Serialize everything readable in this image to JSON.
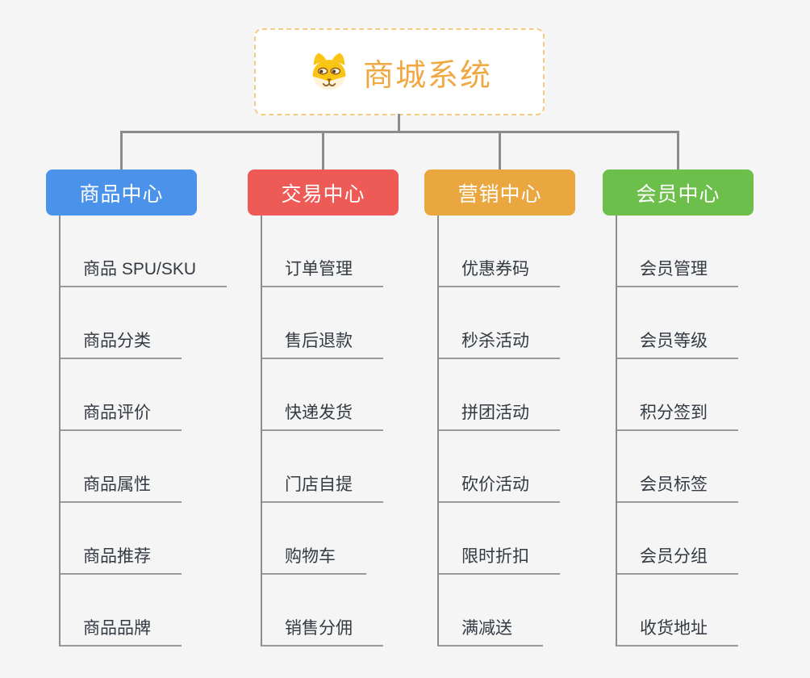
{
  "page": {
    "background_color": "#f5f5f5",
    "connector_color": "#8b8b8b"
  },
  "root": {
    "title": "商城系统",
    "icon": "dog-face-icon",
    "text_color": "#f0a843",
    "border_color": "#f4ca85"
  },
  "branches": [
    {
      "label": "商品中心",
      "color": "#4b93ea",
      "items": [
        "商品 SPU/SKU",
        "商品分类",
        "商品评价",
        "商品属性",
        "商品推荐",
        "商品品牌"
      ]
    },
    {
      "label": "交易中心",
      "color": "#ee5a55",
      "items": [
        "订单管理",
        "售后退款",
        "快递发货",
        "门店自提",
        "购物车",
        "销售分佣"
      ]
    },
    {
      "label": "营销中心",
      "color": "#eba73f",
      "items": [
        "优惠券码",
        "秒杀活动",
        "拼团活动",
        "砍价活动",
        "限时折扣",
        "满减送"
      ]
    },
    {
      "label": "会员中心",
      "color": "#6cbf4a",
      "items": [
        "会员管理",
        "会员等级",
        "积分签到",
        "会员标签",
        "会员分组",
        "收货地址"
      ]
    }
  ]
}
